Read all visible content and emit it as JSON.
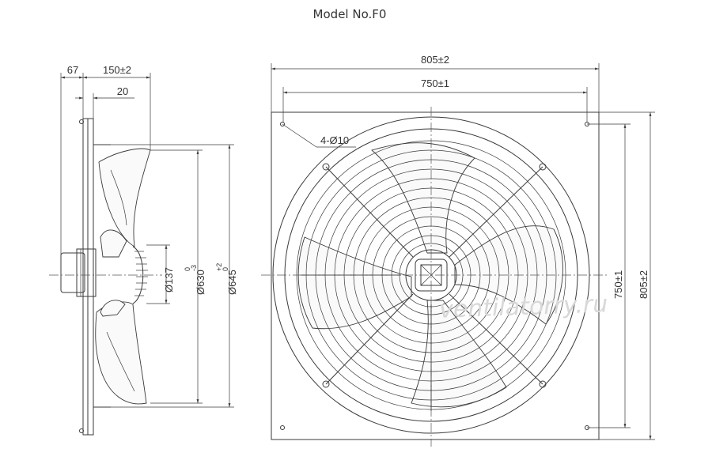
{
  "title": "Model No.F0",
  "watermark": "ventilatorry.ru",
  "side_view": {
    "dim_67": "67",
    "dim_150": "150±2",
    "dim_20": "20",
    "dia_137": "Ø137",
    "dia_630": "Ø630",
    "dia_630_tol_upper": "0",
    "dia_630_tol_lower": "-3",
    "dia_645": "Ø645",
    "dia_645_tol_upper": "+2",
    "dia_645_tol_lower": "0"
  },
  "front_view": {
    "dim_805_top": "805±2",
    "dim_750_top": "750±1",
    "holes": "4-Ø10",
    "dim_750_right": "750±1",
    "dim_805_right": "805±2"
  }
}
